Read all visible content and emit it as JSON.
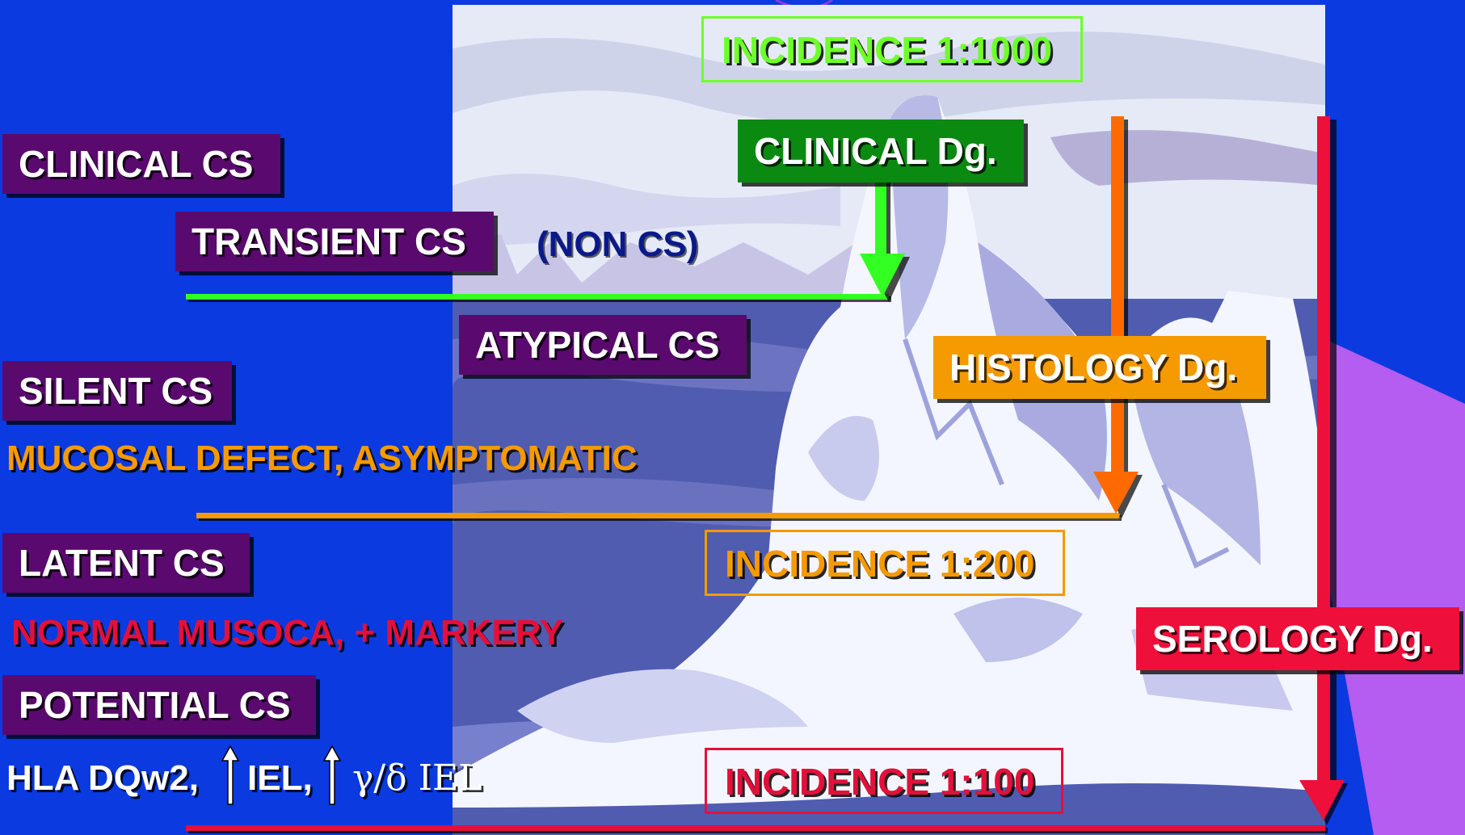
{
  "labels": {
    "clinical": "CLINICAL CS",
    "transient": "TRANSIENT CS",
    "non_cs": "(NON CS)",
    "atypical": "ATYPICAL CS",
    "silent": "SILENT CS",
    "silent_note": "MUCOSAL DEFECT, ASYMPTOMATIC",
    "latent": "LATENT CS",
    "latent_note": "NORMAL MUSOCA, + MARKERY",
    "potential": "POTENTIAL CS",
    "potential_note_1": "HLA DQw2,",
    "potential_note_2": "IEL,",
    "potential_note_3": "γ/δ IEL"
  },
  "diagnosis": {
    "clinical": "CLINICAL Dg.",
    "histology": "HISTOLOGY Dg.",
    "serology": "SEROLOGY Dg."
  },
  "incidence": {
    "top": "INCIDENCE 1:1000",
    "middle": "INCIDENCE 1:200",
    "bottom": "INCIDENCE 1:100"
  },
  "colors": {
    "background": "#0a3ae0",
    "label_box": "#5a0a6e",
    "clinical": "#0b8a12",
    "clinical_arrow": "#33ff22",
    "histology": "#f59a00",
    "histology_arrow": "#ff6a00",
    "serology": "#ee0f3a",
    "incidence_top": "#6fff2a",
    "incidence_middle": "#f59a00",
    "incidence_bottom": "#e3103a",
    "note_silent": "#f59a00",
    "note_latent": "#e3103a"
  }
}
